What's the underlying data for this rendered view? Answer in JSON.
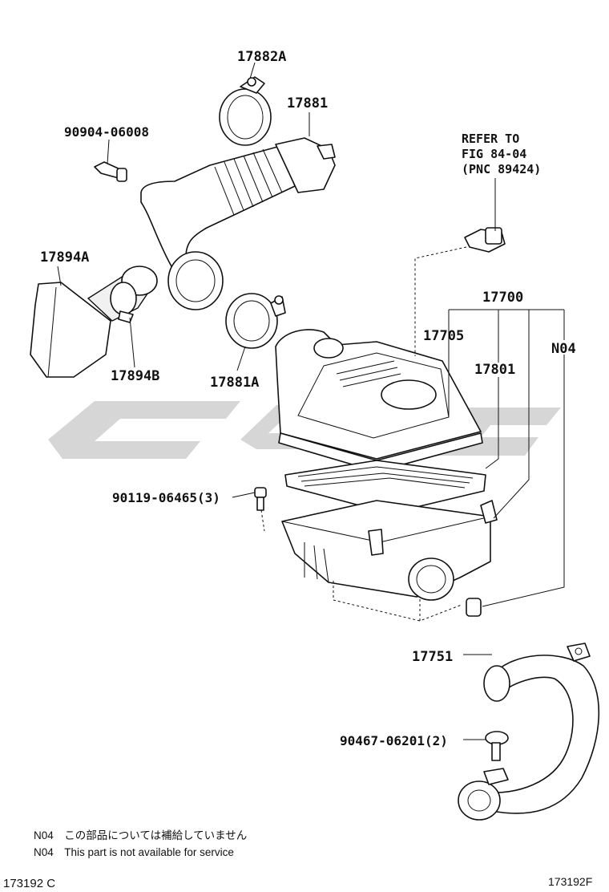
{
  "labels": {
    "p17882A": "17882A",
    "p17881": "17881",
    "p90904": "90904-06008",
    "p17894A": "17894A",
    "p17894B": "17894B",
    "p17881A": "17881A",
    "p17700": "17700",
    "p17705": "17705",
    "p17801": "17801",
    "pN04": "N04",
    "p90119": "90119-06465(3)",
    "p17751": "17751",
    "p90467": "90467-06201(2)"
  },
  "reference": {
    "line1": "REFER TO",
    "line2": "FIG 84-04",
    "line3": "(PNC 89424)"
  },
  "footnotes": {
    "jp": "N04　この部品については補給していません",
    "en": "N04　This part is not available for service"
  },
  "footer": {
    "left_code": "173192 C",
    "right_code": "173192F"
  },
  "colors": {
    "line": "#111111",
    "watermark": "#cfcfcf",
    "background": "#ffffff"
  }
}
